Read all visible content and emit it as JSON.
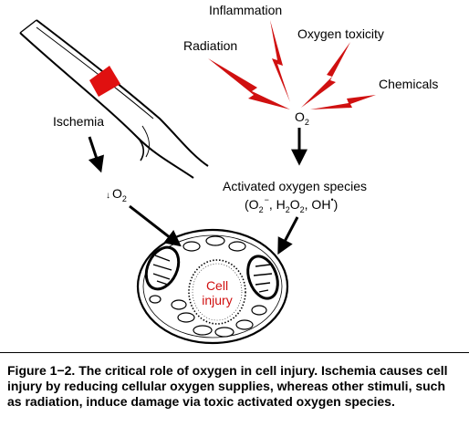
{
  "labels": {
    "inflammation": "Inflammation",
    "radiation": "Radiation",
    "oxygen_toxicity": "Oxygen toxicity",
    "chemicals": "Chemicals",
    "o2_main": "O",
    "o2_sub": "2",
    "ischemia": "Ischemia",
    "low_o2": "O",
    "low_o2_sub": "2",
    "activated": "Activated oxygen species",
    "cell_line1": "Cell",
    "cell_line2": "injury"
  },
  "species": {
    "open": "(O",
    "o2_sub": "2",
    "o2_sup": "−",
    "sep1": ", H",
    "h_sub": "2",
    "o": "O",
    "o_sub": "2",
    "sep2": ", OH",
    "oh_sup": "•",
    "close": ")"
  },
  "caption": "Figure 1−2. The critical role of oxygen in cell injury. Ischemia causes cell injury by reducing cellular oxygen supplies, whereas other stimuli, such as radiation, induce damage via toxic activated oxygen species.",
  "colors": {
    "red": "#d01010",
    "ink": "#000000"
  }
}
